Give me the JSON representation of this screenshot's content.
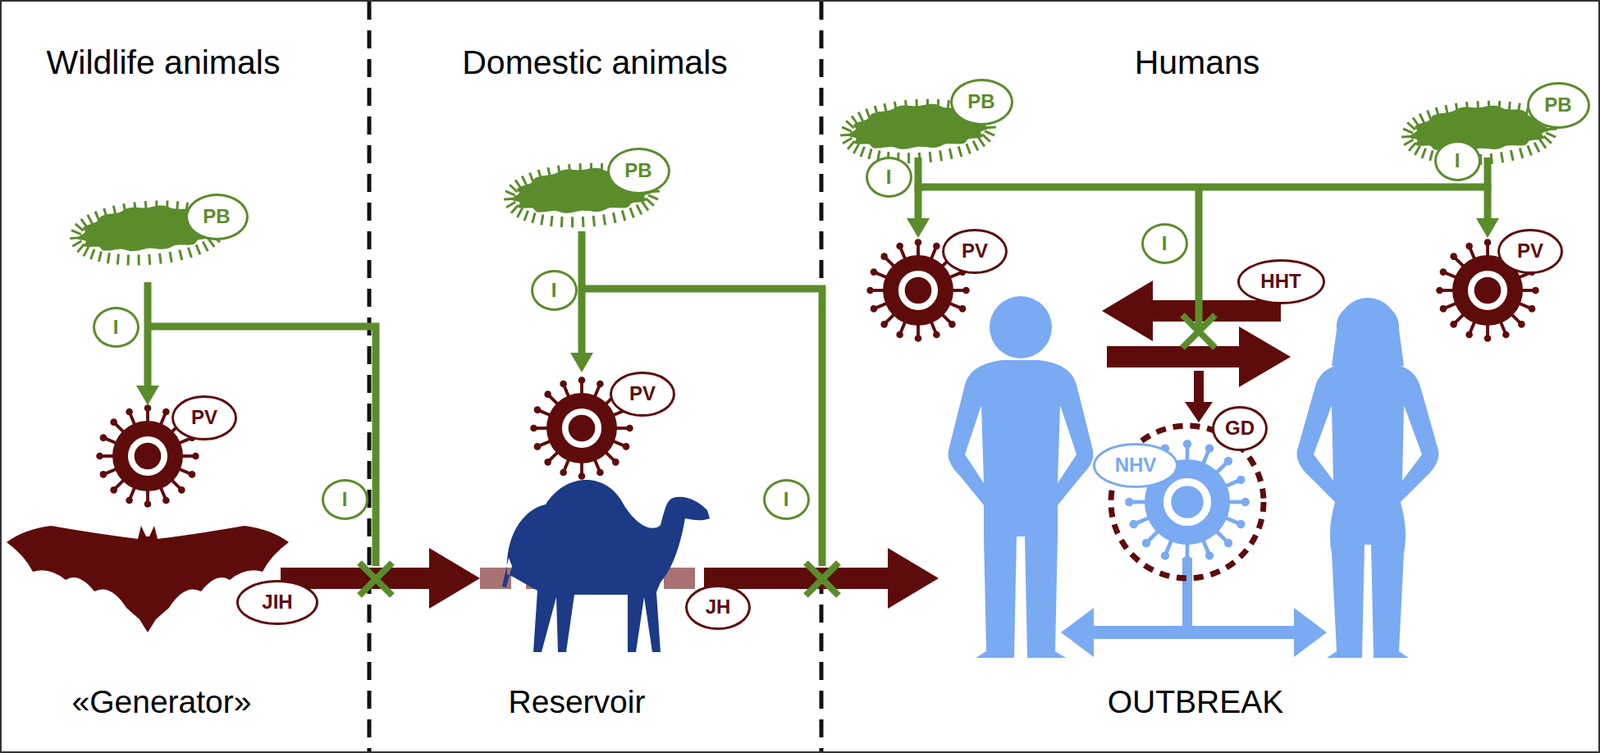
{
  "diagram": {
    "nodes": [
      {
        "text": [
          "PB"
        ]
      },
      {
        "text": [
          "I"
        ]
      },
      {
        "text": [
          "PV"
        ]
      },
      {
        "text": [
          "I"
        ]
      },
      {
        "text": [
          "JIH"
        ]
      },
      {
        "text": [
          "PB"
        ]
      },
      {
        "text": [
          "I"
        ]
      },
      {
        "text": [
          "PV"
        ]
      },
      {
        "text": [
          "I"
        ]
      },
      {
        "text": [
          "JH"
        ]
      },
      {
        "text": [
          "PB"
        ]
      },
      {
        "text": [
          "I"
        ]
      },
      {
        "text": [
          "PV"
        ]
      },
      {
        "text": [
          "PB"
        ]
      },
      {
        "text": [
          "I"
        ]
      },
      {
        "text": [
          "PV"
        ]
      },
      {
        "text": [
          "I"
        ]
      },
      {
        "text": [
          "HHT"
        ]
      },
      {
        "text": [
          "GD"
        ]
      },
      {
        "text": [
          "NHV"
        ]
      }
    ],
    "labels": [
      "Wildlife animals",
      "Domestic animals",
      "Humans",
      "«Generator»",
      "Reservoir",
      "OUTBREAK"
    ]
  }
}
